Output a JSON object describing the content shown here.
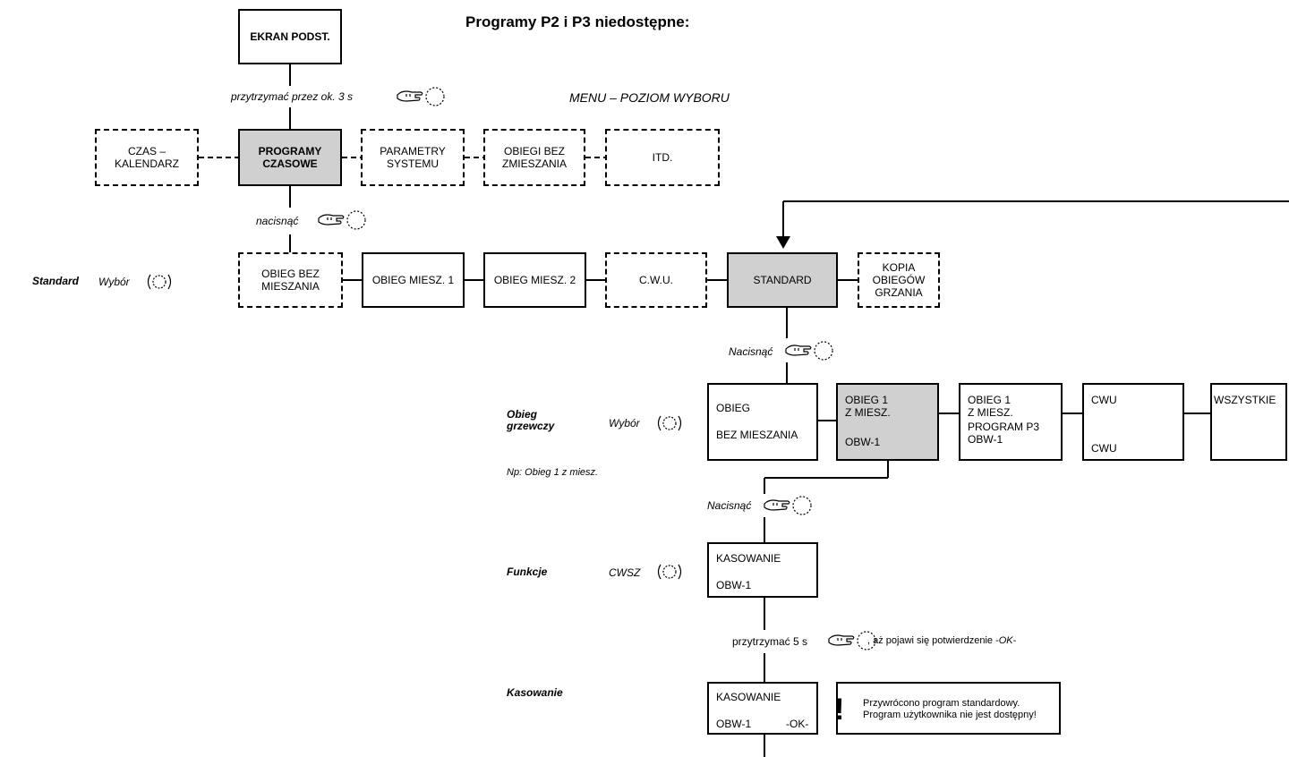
{
  "title": "Programy P2 i P3 niedostępne:",
  "subtitle": "MENU – POZIOM WYBORU",
  "boxes": {
    "ekran": "EKRAN PODST.",
    "czas_l1": "CZAS –",
    "czas_l2": "KALENDARZ",
    "programy_l1": "PROGRAMY",
    "programy_l2": "CZASOWE",
    "parametry_l1": "PARAMETRY",
    "parametry_l2": "SYSTEMU",
    "obiegi_l1": "OBIEGI BEZ",
    "obiegi_l2": "ZMIESZANIA",
    "itd": "ITD.",
    "obieg_bez_l1": "OBIEG BEZ",
    "obieg_bez_l2": "MIESZANIA",
    "obieg_m1": "OBIEG MIESZ. 1",
    "obieg_m2": "OBIEG MIESZ. 2",
    "cwu": "C.W.U.",
    "standard": "STANDARD",
    "kopia_l1": "KOPIA",
    "kopia_l2": "OBIEGÓW",
    "kopia_l3": "GRZANIA",
    "r3_a1": "OBIEG",
    "r3_a2": "BEZ MIESZANIA",
    "r3_b1": "OBIEG 1",
    "r3_b2": "Z MIESZ.",
    "r3_b3": "OBW-1",
    "r3_c1": "OBIEG 1",
    "r3_c2": "Z MIESZ.",
    "r3_c3": "PROGRAM P3",
    "r3_c4": "OBW-1",
    "r3_d1": "CWU",
    "r3_d2": "CWU",
    "r3_e": "WSZYSTKIE",
    "kas1_l1": "KASOWANIE",
    "kas1_l2": "OBW-1",
    "kas2_l1": "KASOWANIE",
    "kas2_l2a": "OBW-1",
    "kas2_l2b": "-OK-"
  },
  "labels": {
    "przytrzymac": "przytrzymać przez ok. 3 s",
    "nacisnac1": "nacisnąć",
    "nacisnac2": "Nacisnąć",
    "nacisnac3": "Nacisnąć",
    "przytrzymac5": "przytrzymać 5 s",
    "potwierdzenie_a": ", aż pojawi się potwierdzenie -",
    "potwierdzenie_ok": "OK",
    "potwierdzenie_b": "-",
    "standard_side": "Standard",
    "wybor1": "Wybór",
    "obieg_grz_l1": "Obieg",
    "obieg_grz_l2": "grzewczy",
    "wybor2": "Wybór",
    "np": "Np: Obieg 1 z miesz.",
    "funkcje": "Funkcje",
    "cwsz": "CWSZ",
    "kasowanie": "Kasowanie"
  },
  "note": {
    "mark": "!",
    "l1": "Przywrócono program standardowy.",
    "l2": "Program użytkownika nie jest dostępny!"
  },
  "icons": [
    "hand-press-icon",
    "dial-turn-icon"
  ]
}
